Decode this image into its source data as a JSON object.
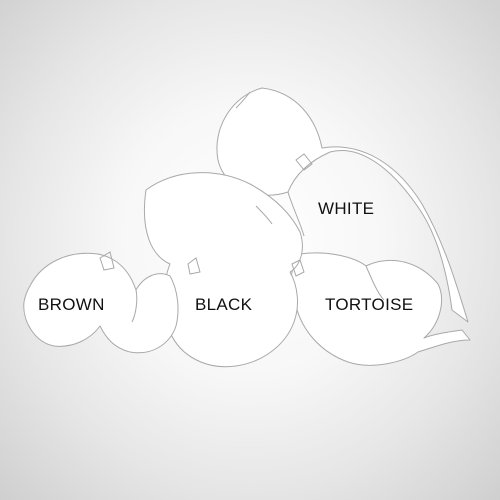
{
  "labels": {
    "white": "WHITE",
    "brown": "BROWN",
    "black": "BLACK",
    "tortoise": "TORTOISE"
  },
  "colors": {
    "background": "#e6e6e6",
    "outline": "#a9a9a9",
    "text": "#111111"
  }
}
